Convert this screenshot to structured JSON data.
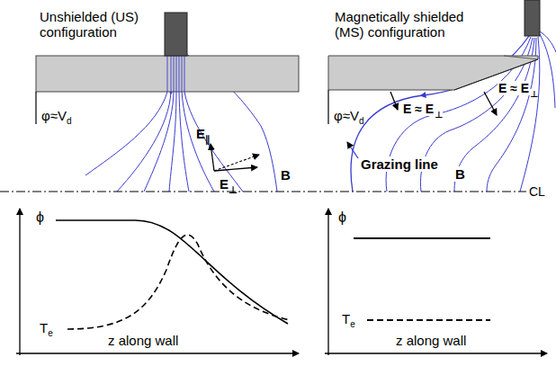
{
  "diagram": {
    "labels": [
      "Unshielded (US) configuration",
      "Magnetically shielded (MS) configuration",
      "φ≈V",
      "d",
      "φ≈V",
      "d",
      "E",
      "∥",
      "E",
      "⊥",
      "B",
      "E ≈ E",
      "⊥",
      "E ≈ E",
      "⊥",
      "B",
      "Grazing line",
      "CL",
      "ϕ",
      "T",
      "e",
      "z along wall",
      "ϕ",
      "T",
      "e",
      "z along wall"
    ]
  }
}
